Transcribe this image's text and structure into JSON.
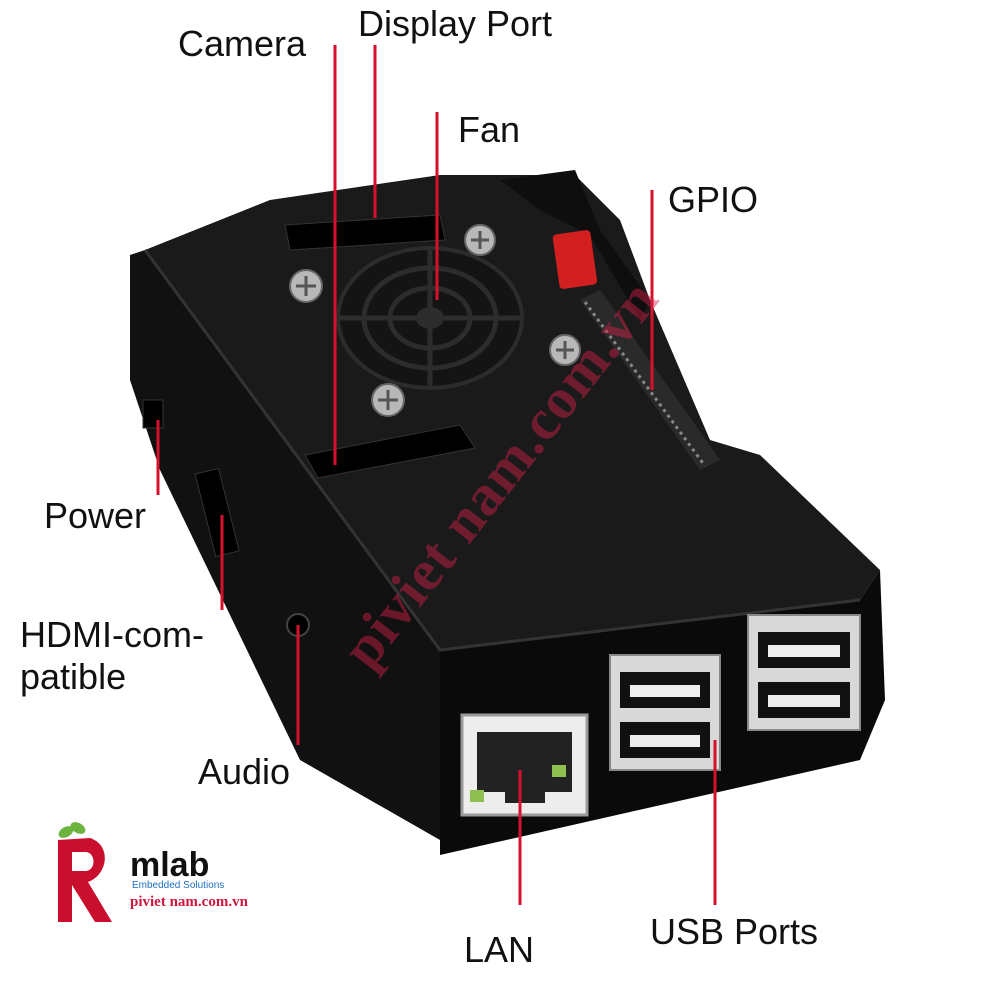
{
  "labels": {
    "camera": "Camera",
    "display_port": "Display Port",
    "fan": "Fan",
    "gpio": "GPIO",
    "power": "Power",
    "hdmi": "HDMI-com-\npatible",
    "audio": "Audio",
    "lan": "LAN",
    "usb": "USB Ports"
  },
  "logo": {
    "main": "mlab",
    "sub": "Embedded Solutions",
    "url": "piviet nam.com.vn"
  },
  "watermark": "piviet nam.com.vn",
  "colors": {
    "leader_line": "#d8102e",
    "case": "#0d0d0d",
    "logo_red": "#c8102e",
    "logo_green": "#6cb33f"
  }
}
